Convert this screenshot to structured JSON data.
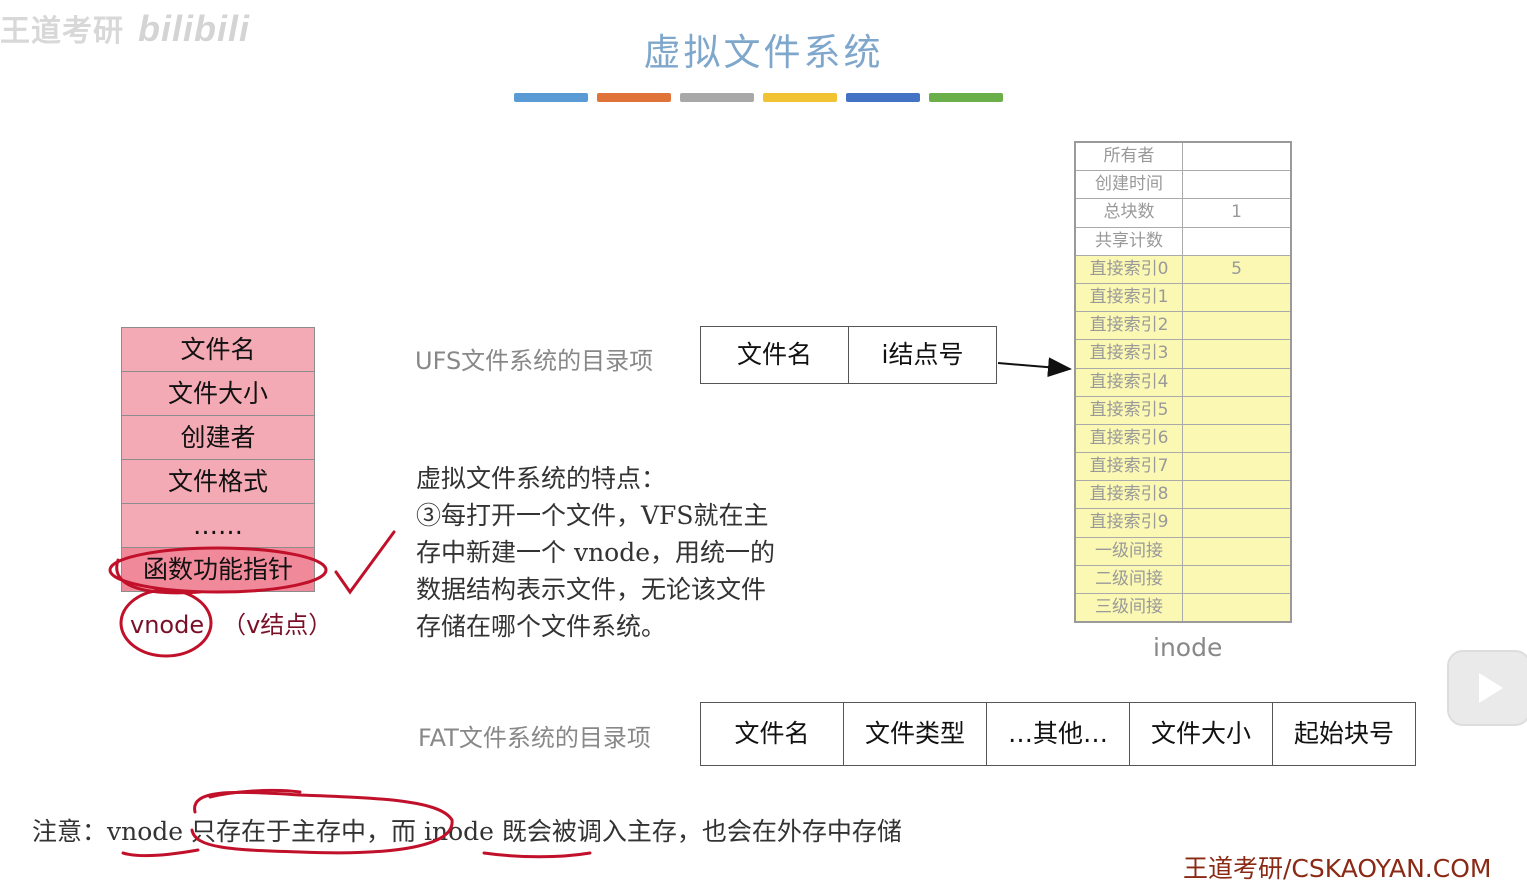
{
  "watermark": {
    "text": "王道考研",
    "brand": "bilibili"
  },
  "title": "虚拟文件系统",
  "accent_bars": [
    "#5a9bd5",
    "#e0733a",
    "#a8a8a8",
    "#f1c232",
    "#4472c4",
    "#6aaf4a"
  ],
  "vnode": {
    "cells": [
      "文件名",
      "文件大小",
      "创建者",
      "文件格式",
      "……",
      "函数功能指针"
    ],
    "caption_main": "vnode",
    "caption_paren": "（v结点）",
    "annotation_color": "#c0102a"
  },
  "ufs": {
    "label": "UFS文件系统的目录项",
    "cells": [
      "文件名",
      "i结点号"
    ]
  },
  "features": {
    "lines": [
      "虚拟文件系统的特点：",
      "③每打开一个文件，VFS就在主",
      "存中新建一个 vnode，用统一的",
      "数据结构表示文件，无论该文件",
      "存储在哪个文件系统。"
    ]
  },
  "inode": {
    "rows": [
      {
        "key": "所有者",
        "value": "",
        "highlight": false
      },
      {
        "key": "创建时间",
        "value": "",
        "highlight": false
      },
      {
        "key": "总块数",
        "value": "1",
        "highlight": false
      },
      {
        "key": "共享计数",
        "value": "",
        "highlight": false
      },
      {
        "key": "直接索引0",
        "value": "5",
        "highlight": true
      },
      {
        "key": "直接索引1",
        "value": "",
        "highlight": true
      },
      {
        "key": "直接索引2",
        "value": "",
        "highlight": true
      },
      {
        "key": "直接索引3",
        "value": "",
        "highlight": true
      },
      {
        "key": "直接索引4",
        "value": "",
        "highlight": true
      },
      {
        "key": "直接索引5",
        "value": "",
        "highlight": true
      },
      {
        "key": "直接索引6",
        "value": "",
        "highlight": true
      },
      {
        "key": "直接索引7",
        "value": "",
        "highlight": true
      },
      {
        "key": "直接索引8",
        "value": "",
        "highlight": true
      },
      {
        "key": "直接索引9",
        "value": "",
        "highlight": true
      },
      {
        "key": "一级间接",
        "value": "",
        "highlight": true
      },
      {
        "key": "二级间接",
        "value": "",
        "highlight": true
      },
      {
        "key": "三级间接",
        "value": "",
        "highlight": true
      }
    ],
    "caption": "inode"
  },
  "fat": {
    "label": "FAT文件系统的目录项",
    "cells": [
      "文件名",
      "文件类型",
      "…其他…",
      "文件大小",
      "起始块号"
    ]
  },
  "note": "注意：vnode 只存在于主存中，而 inode 既会被调入主存，也会在外存中存储",
  "footer": "王道考研/CSKAOYAN.COM"
}
